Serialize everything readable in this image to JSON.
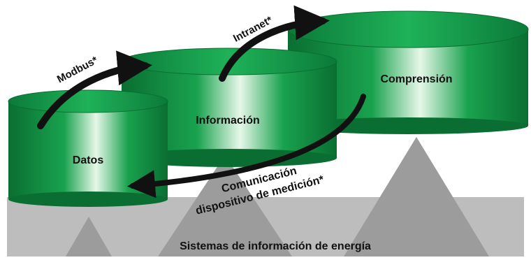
{
  "colors": {
    "band": "#bdbdbd",
    "peak": "#9c9c9c",
    "cyl_dark": "#0a6e32",
    "cyl_mid": "#19a24e",
    "cyl_light": "#e6f7e8",
    "arrow": "#111111",
    "text": "#111111"
  },
  "diagram": {
    "footer_label": "Sistemas de información de energía",
    "cylinders": [
      {
        "id": "datos",
        "label": "Datos"
      },
      {
        "id": "informacion",
        "label": "Información"
      },
      {
        "id": "comprension",
        "label": "Comprensión"
      }
    ],
    "arrows": [
      {
        "id": "modbus",
        "label": "Modbus*"
      },
      {
        "id": "intranet",
        "label": "Intranet*"
      },
      {
        "id": "comunicacion",
        "label_line1": "Comunicación",
        "label_line2": "dispositivo de medición*"
      }
    ]
  }
}
